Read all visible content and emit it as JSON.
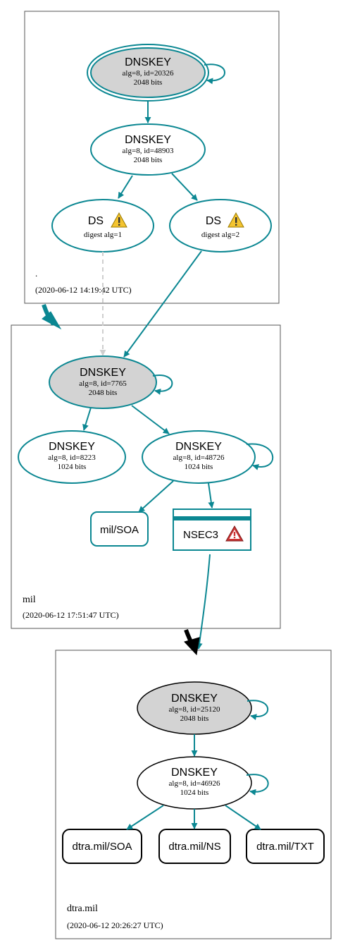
{
  "colors": {
    "teal": "#0b8792",
    "key_fill": "#d3d3d3",
    "warn_yellow": "#f4c430",
    "warn_red": "#cc3333",
    "dashed": "#cfcfcf",
    "black": "#000000"
  },
  "zones": {
    "root": {
      "name": ".",
      "timestamp": "(2020-06-12 14:19:42 UTC)"
    },
    "mil": {
      "name": "mil",
      "timestamp": "(2020-06-12 17:51:47 UTC)"
    },
    "dtra": {
      "name": "dtra.mil",
      "timestamp": "(2020-06-12 20:26:27 UTC)"
    }
  },
  "nodes": {
    "root_ksk": {
      "title": "DNSKEY",
      "detail": "alg=8, id=20326",
      "size": "2048 bits"
    },
    "root_zsk": {
      "title": "DNSKEY",
      "detail": "alg=8, id=48903",
      "size": "2048 bits"
    },
    "root_ds1": {
      "title": "DS",
      "detail": "digest alg=1",
      "icon": "warning-yellow-icon"
    },
    "root_ds2": {
      "title": "DS",
      "detail": "digest alg=2",
      "icon": "warning-yellow-icon"
    },
    "mil_ksk": {
      "title": "DNSKEY",
      "detail": "alg=8, id=7765",
      "size": "2048 bits"
    },
    "mil_zsk1": {
      "title": "DNSKEY",
      "detail": "alg=8, id=8223",
      "size": "1024 bits"
    },
    "mil_zsk2": {
      "title": "DNSKEY",
      "detail": "alg=8, id=48726",
      "size": "1024 bits"
    },
    "mil_soa": {
      "title": "mil/SOA"
    },
    "mil_nsec3": {
      "title": "NSEC3",
      "icon": "warning-red-icon"
    },
    "dtra_ksk": {
      "title": "DNSKEY",
      "detail": "alg=8, id=25120",
      "size": "2048 bits"
    },
    "dtra_zsk": {
      "title": "DNSKEY",
      "detail": "alg=8, id=46926",
      "size": "1024 bits"
    },
    "dtra_soa": {
      "title": "dtra.mil/SOA"
    },
    "dtra_ns": {
      "title": "dtra.mil/NS"
    },
    "dtra_txt": {
      "title": "dtra.mil/TXT"
    }
  }
}
